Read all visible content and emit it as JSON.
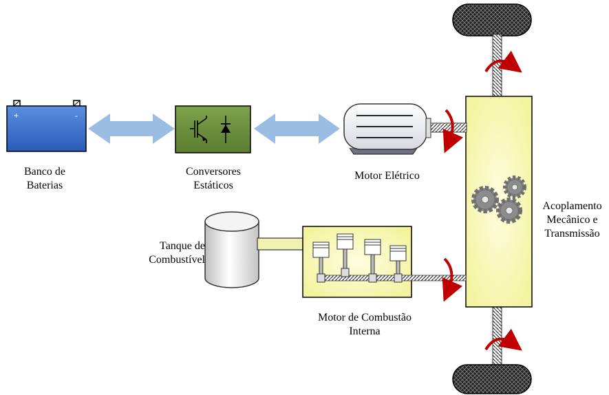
{
  "labels": {
    "battery": [
      "Banco de",
      "Baterias"
    ],
    "converter": [
      "Conversores",
      "Estáticos"
    ],
    "electric_motor": "Motor Elétrico",
    "coupling": [
      "Acoplamento",
      "Mecânico e",
      "Transmissão"
    ],
    "tank": [
      "Tanque de",
      "Combustível"
    ],
    "ice": [
      "Motor de Combustão",
      "Interna"
    ]
  },
  "battery_terminals": {
    "positive": "+",
    "negative": "-"
  },
  "colors": {
    "battery_fill": "#3b6fc9",
    "converter_fill": "#6f9140",
    "power_arrow": "#9bbce3",
    "coupling_fill": "#f7f9a0",
    "engine_fill": "#f3f4a8",
    "rotation_arrow": "#c00000",
    "wheel": "#222222",
    "gear": "#8c8c8c"
  }
}
